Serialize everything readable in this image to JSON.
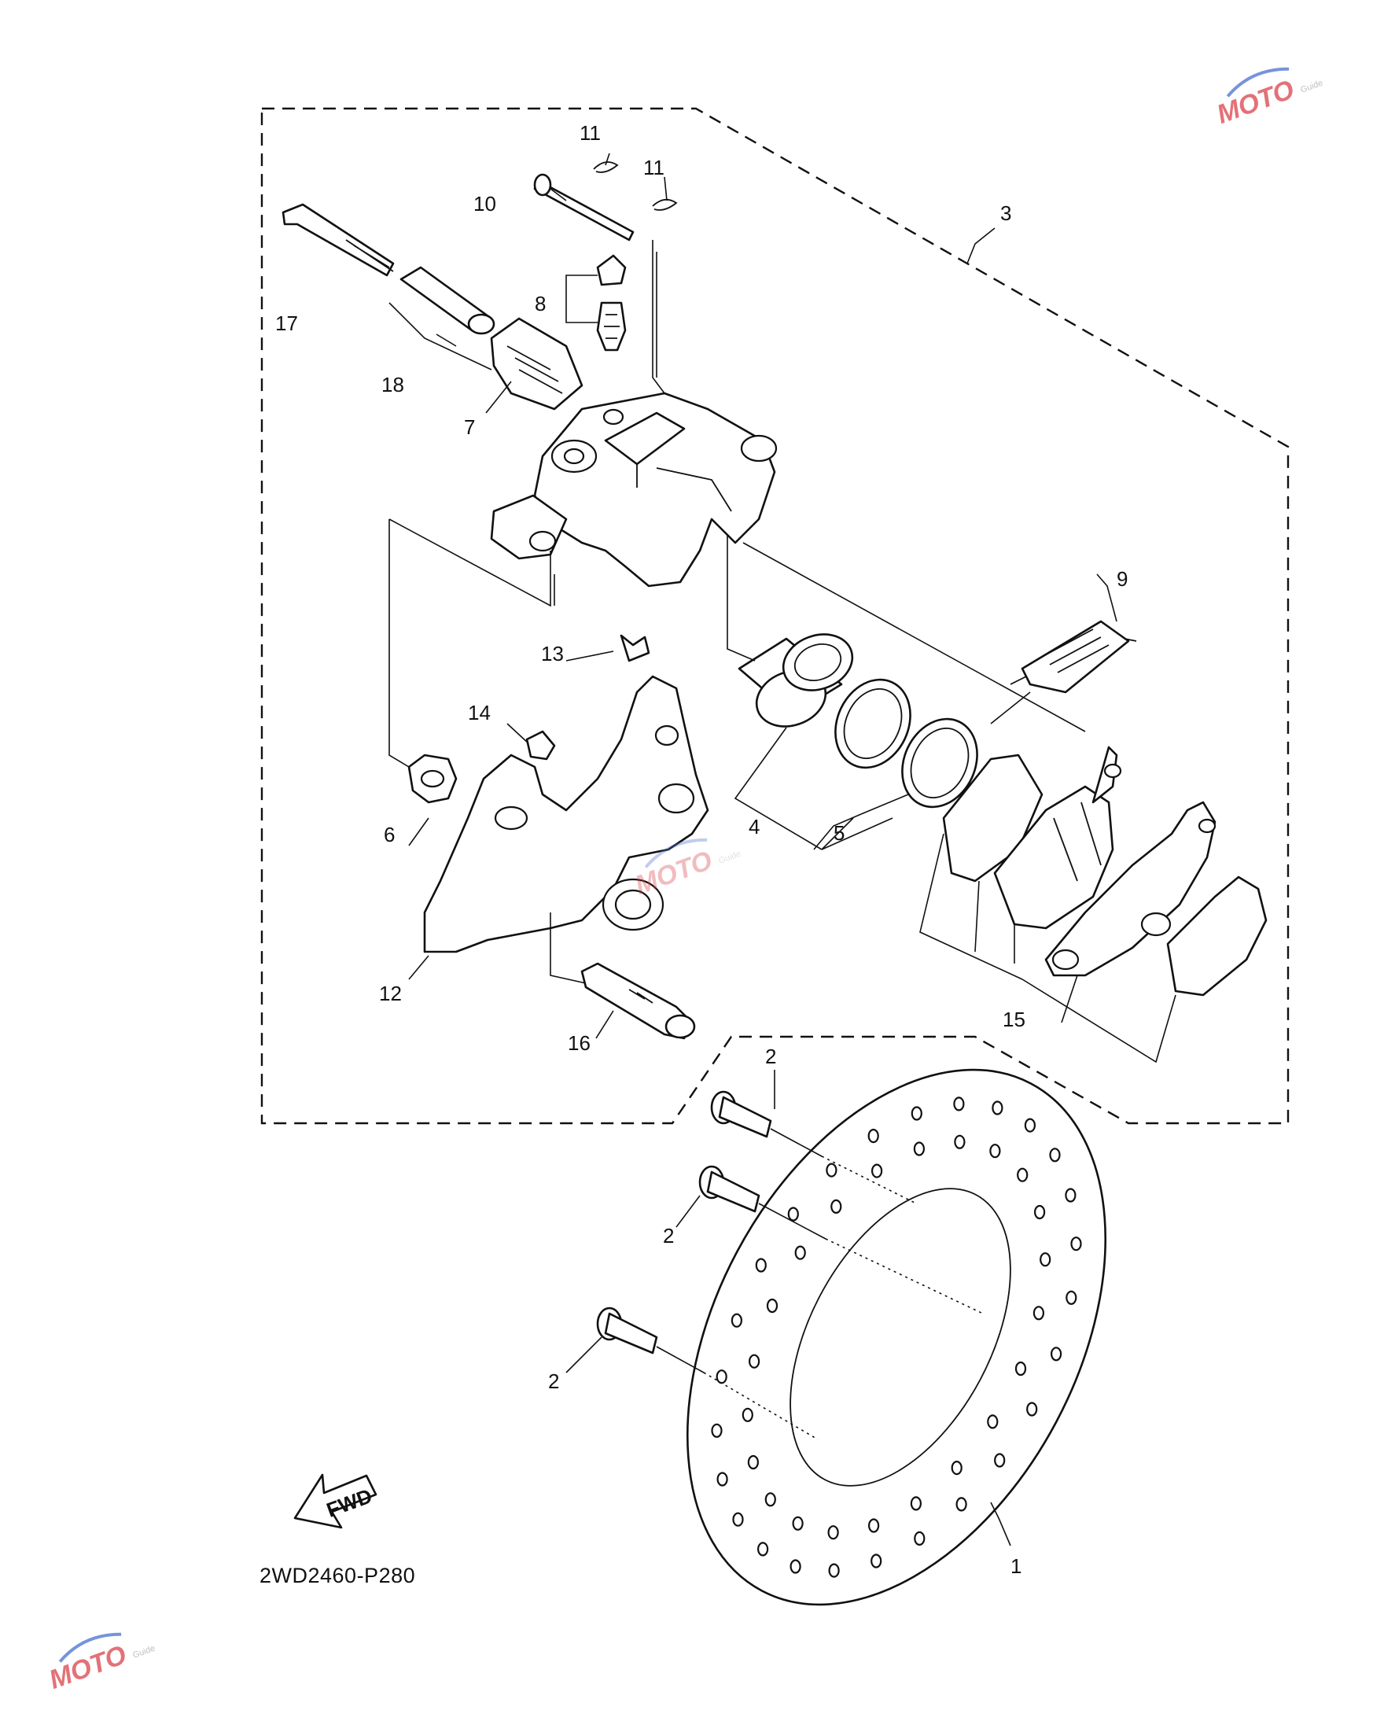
{
  "diagram": {
    "part_code": "2WD2460-P280",
    "fwd_label": "FWD",
    "callouts": {
      "c1": "1",
      "c2a": "2",
      "c2b": "2",
      "c2c": "2",
      "c3": "3",
      "c4": "4",
      "c5": "5",
      "c6": "6",
      "c7": "7",
      "c8": "8",
      "c9": "9",
      "c10": "10",
      "c11a": "11",
      "c11b": "11",
      "c12": "12",
      "c13": "13",
      "c14": "14",
      "c15": "15",
      "c16": "16",
      "c17": "17",
      "c18": "18"
    }
  },
  "watermark": {
    "brand": "MOTO",
    "sub": "Guide"
  },
  "colors": {
    "line": "#111111",
    "watermark_red": "#d9434b",
    "watermark_blue": "#4a6fd0"
  }
}
